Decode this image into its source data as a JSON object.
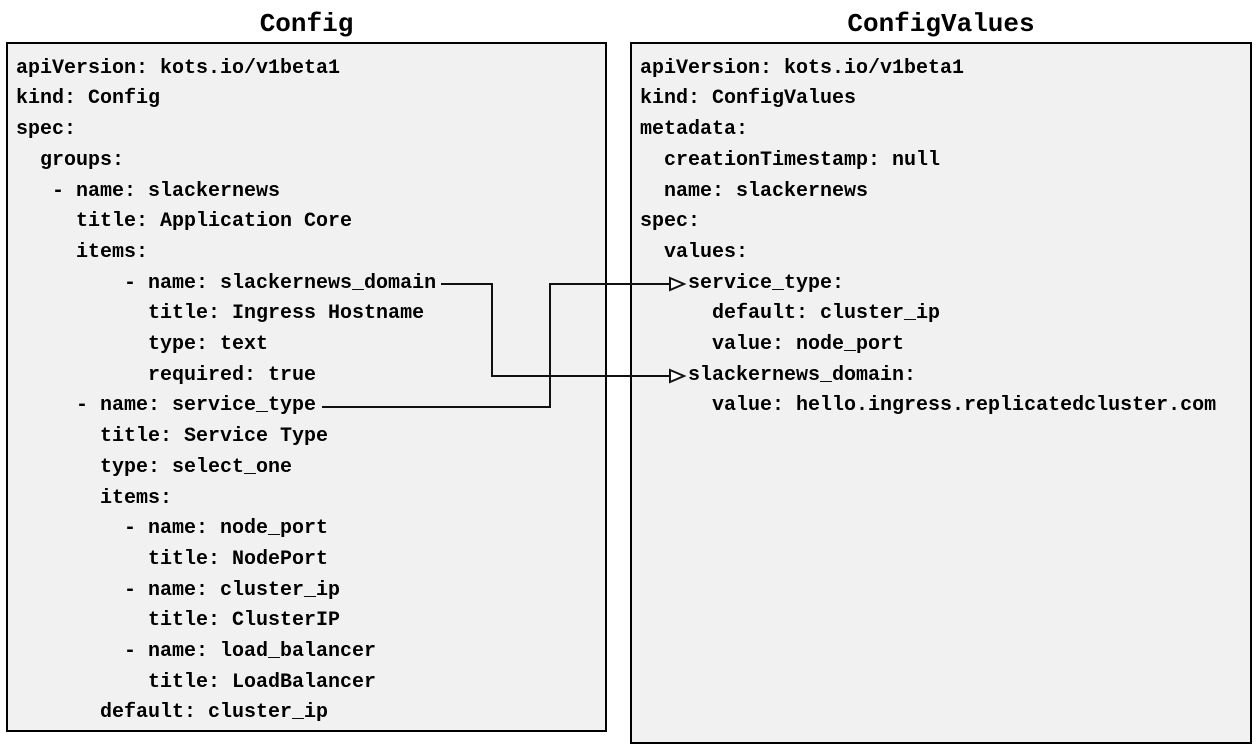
{
  "panels": {
    "config": {
      "title": "Config",
      "lines": [
        "apiVersion: kots.io/v1beta1",
        "kind: Config",
        "spec:",
        "  groups:",
        "   - name: slackernews",
        "     title: Application Core",
        "     items:",
        "         - name: slackernews_domain",
        "           title: Ingress Hostname",
        "           type: text",
        "           required: true",
        "     - name: service_type",
        "       title: Service Type",
        "       type: select_one",
        "       items:",
        "         - name: node_port",
        "           title: NodePort",
        "         - name: cluster_ip",
        "           title: ClusterIP",
        "         - name: load_balancer",
        "           title: LoadBalancer",
        "       default: cluster_ip"
      ]
    },
    "config_values": {
      "title": "ConfigValues",
      "lines": [
        "apiVersion: kots.io/v1beta1",
        "kind: ConfigValues",
        "metadata:",
        "  creationTimestamp: null",
        "  name: slackernews",
        "spec:",
        "  values:",
        "    service_type:",
        "      default: cluster_ip",
        "      value: node_port",
        "    slackernews_domain:",
        "      value: hello.ingress.replicatedcluster.com"
      ]
    }
  },
  "connections": [
    {
      "from": "Config item slackernews_domain",
      "to": "ConfigValues value slackernews_domain"
    },
    {
      "from": "Config item service_type",
      "to": "ConfigValues value service_type"
    }
  ],
  "colors": {
    "background": "#ffffff",
    "panel_fill": "#f1f1f1",
    "panel_border": "#000000",
    "text": "#000000",
    "connector": "#111111"
  }
}
